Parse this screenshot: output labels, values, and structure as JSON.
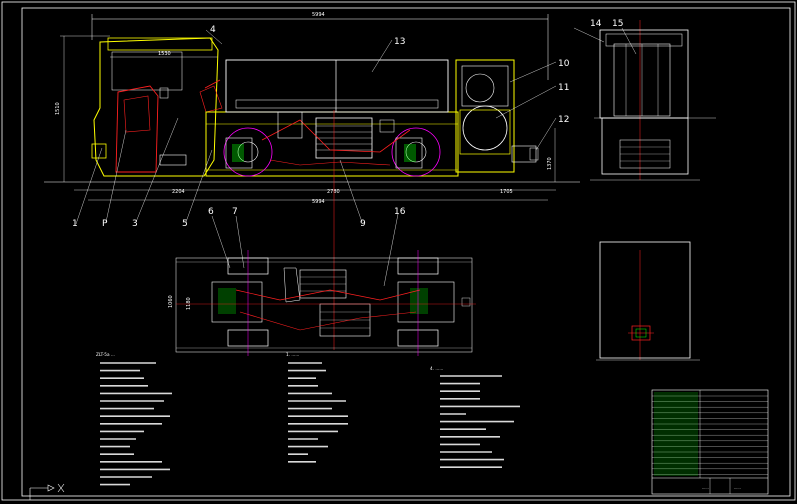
{
  "drawing": {
    "dimensions": {
      "overall_length": "5994",
      "upper_cab": "1530",
      "left_height": "1510",
      "right_height": "1370",
      "seg_left": "2204",
      "seg_mid": "2780",
      "seg_right": "1705",
      "bottom_total": "5994",
      "plan_width_a": "1060",
      "plan_width_b": "1180"
    },
    "part_labels": [
      "1",
      "P",
      "3",
      "5",
      "6",
      "7",
      "9",
      "16",
      "4",
      "13",
      "10",
      "11",
      "12",
      "14",
      "15"
    ],
    "notes": {
      "col1_title": "ZLT-5a ...",
      "col2_title": "1. ......",
      "col3_title": "4. ......"
    },
    "title_block": {
      "rows": [
        "",
        "",
        "",
        "",
        "",
        "",
        "",
        "",
        "",
        "",
        "",
        "",
        "",
        "",
        ""
      ],
      "drawing_no": "......",
      "name": "......"
    }
  },
  "colors": {
    "outline": "#ffffff",
    "yellow": "#ffff00",
    "red": "#ff2020",
    "magenta": "#ff00ff",
    "cyan": "#00ffff",
    "green": "#00ff00",
    "blue": "#4f7fff"
  }
}
